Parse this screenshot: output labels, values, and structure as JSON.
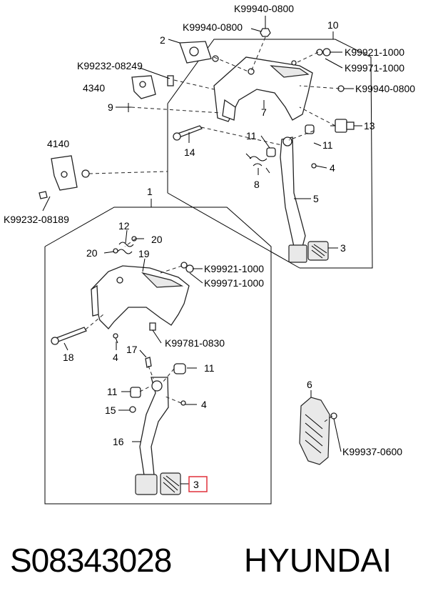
{
  "labels": {
    "k99940_top": "K99940-0800",
    "n10": "10",
    "n2": "2",
    "k99940_mid": "K99940-0800",
    "k99921_upper": "K99921-1000",
    "k99971_upper": "K99971-1000",
    "k99232_08249": "K99232-08249",
    "n4340": "4340",
    "k99940_right": "K99940-0800",
    "n9": "9",
    "n7": "7",
    "n13": "13",
    "n11_a": "11",
    "n11_b": "11",
    "n4140": "4140",
    "n14": "14",
    "n4_a": "4",
    "n8": "8",
    "n5": "5",
    "k99232_08189": "K99232-08189",
    "n1": "1",
    "n3_a": "3",
    "n12": "12",
    "n20_a": "20",
    "n20_b": "20",
    "n19": "19",
    "k99921_lower": "K99921-1000",
    "k99971_lower": "K99971-1000",
    "k99781": "K99781-0830",
    "n18": "18",
    "n4_b": "4",
    "n17": "17",
    "n11_c": "11",
    "n11_d": "11",
    "n15": "15",
    "n4_c": "4",
    "n16": "16",
    "n3_b": "3",
    "n6": "6",
    "k99937": "K99937-0600"
  },
  "footer": {
    "part_number": "S08343028",
    "brand": "HYUNDAI"
  },
  "colors": {
    "highlight_box": "#e0303a"
  }
}
